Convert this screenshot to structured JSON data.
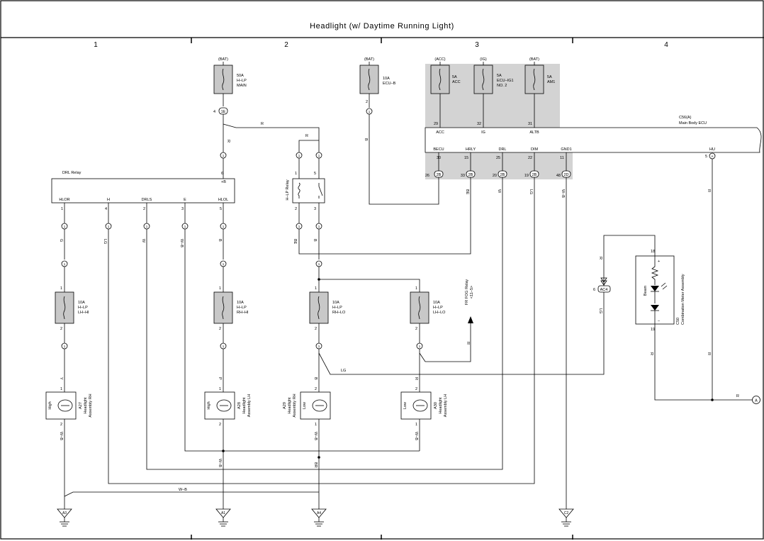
{
  "title": "Headlight (w/ Daytime Running Light)",
  "columns": [
    "1",
    "2",
    "3",
    "4"
  ],
  "fuses": {
    "hlp_main": {
      "source": "(BAT)",
      "label1": "50A",
      "label2": "H–LP",
      "label3": "MAIN"
    },
    "ecu_b": {
      "source": "(BAT)",
      "label1": "10A",
      "label2": "ECU–B"
    },
    "acc": {
      "source": "(ACC)",
      "label1": "5A",
      "label2": "ACC"
    },
    "ecu_ig1": {
      "source": "(IG)",
      "label1": "5A",
      "label2": "ECU–IG1",
      "label3": "NO. 2"
    },
    "am1": {
      "source": "(BAT)",
      "label1": "5A",
      "label2": "AM1"
    },
    "lh_hi": {
      "label1": "10A",
      "label2": "H–LP",
      "label3": "LH–HI"
    },
    "rh_hi": {
      "label1": "10A",
      "label2": "H–LP",
      "label3": "RH–HI"
    },
    "rh_lo": {
      "label1": "10A",
      "label2": "H–LP",
      "label3": "RH–LO"
    },
    "lh_lo": {
      "label1": "10A",
      "label2": "H–LP",
      "label3": "LH–LO"
    }
  },
  "ecu": {
    "name1": "C56(A)",
    "name2": "Main Body ECU",
    "top_pins": [
      {
        "num": "29",
        "name": "ACC"
      },
      {
        "num": "32",
        "name": "IG"
      },
      {
        "num": "31",
        "name": "ALTB"
      }
    ],
    "bottom_pins": [
      {
        "num": "30",
        "name": "BECU",
        "conn": "2B",
        "cnum": "26"
      },
      {
        "num": "15",
        "name": "HRLY",
        "conn": "2B",
        "cnum": "33"
      },
      {
        "num": "25",
        "name": "DRL",
        "conn": "2B",
        "cnum": "20"
      },
      {
        "num": "22",
        "name": "DIM",
        "conn": "2B",
        "cnum": "19"
      },
      {
        "num": "11",
        "name": "GND1",
        "conn": "2D",
        "cnum": "48"
      }
    ],
    "hu": {
      "name": "HU",
      "num": "5",
      "conn": "A"
    }
  },
  "drl_relay": {
    "name": "DRL Relay",
    "plus": "+B",
    "plus_pin": "6",
    "pins": [
      {
        "num": "1",
        "name": "HLOR"
      },
      {
        "num": "4",
        "name": "H"
      },
      {
        "num": "2",
        "name": "DRLS"
      },
      {
        "num": "3",
        "name": "E"
      },
      {
        "num": "5",
        "name": "HLOL"
      }
    ]
  },
  "hlp_relay": {
    "name": "H–LP Relay",
    "pins": [
      "1",
      "5",
      "2",
      "3"
    ]
  },
  "wires": {
    "R": "R",
    "B": "B",
    "G": "G",
    "LG": "LG",
    "W": "W",
    "WB": "W–B",
    "BE": "BE",
    "Y": "Y",
    "P": "P",
    "BR": "BR"
  },
  "connector_labels": {
    "one": "1",
    "ie": "1E",
    "ie_num": "4",
    "ac4": "AC4",
    "ac4_num": "6",
    "ac_ref": "A"
  },
  "lamps": [
    {
      "code": "A27",
      "line1": "Headlight",
      "line2": "Assembly RH",
      "type": "High",
      "pin_top": "1",
      "pin_bot": "2"
    },
    {
      "code": "A28",
      "line1": "Headlight",
      "line2": "Assembly LH",
      "type": "High",
      "pin_top": "1",
      "pin_bot": "2"
    },
    {
      "code": "A29",
      "line1": "Headlight",
      "line2": "Assembly RH",
      "type": "Low",
      "pin_top": "2",
      "pin_bot": "1"
    },
    {
      "code": "A30",
      "line1": "Headlight",
      "line2": "Assembly LH",
      "type": "Low",
      "pin_top": "2",
      "pin_bot": "1"
    }
  ],
  "meter": {
    "code": "C50",
    "line1": "Combination Meter Assembly",
    "led": "Beam",
    "pin_top": "18",
    "pin_bot": "19",
    "plus": "+",
    "minus": "–"
  },
  "fog_relay": {
    "line1": "FR FOG Relay",
    "line2": "<11–5>"
  },
  "fuse_pins": {
    "p1": "1",
    "p2": "2"
  },
  "grounds": [
    "A3",
    "A1",
    "A4",
    "C2"
  ]
}
